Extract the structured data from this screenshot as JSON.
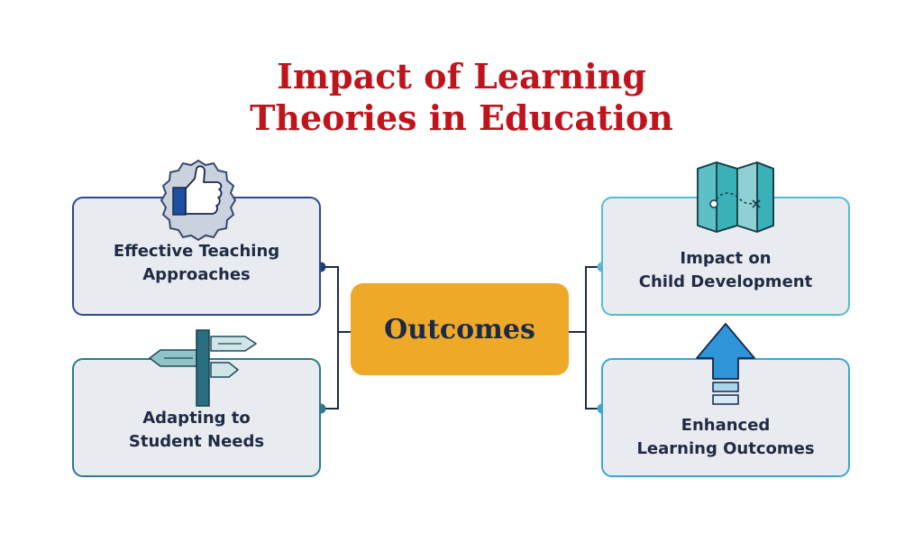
{
  "title": {
    "line1": "Impact of Learning",
    "line2": "Theories in Education"
  },
  "center": {
    "label": "Outcomes"
  },
  "nodes": {
    "top_left": {
      "line1": "Effective Teaching",
      "line2": "Approaches",
      "icon": "thumbs-up-icon"
    },
    "bottom_left": {
      "line1": "Adapting to",
      "line2": "Student Needs",
      "icon": "signpost-icon"
    },
    "top_right": {
      "line1": "Impact on",
      "line2": "Child Development",
      "icon": "map-icon"
    },
    "bottom_right": {
      "line1": "Enhanced",
      "line2": "Learning Outcomes",
      "icon": "up-arrow-icon"
    }
  },
  "colors": {
    "title": "#c0141c",
    "center_fill": "#efa928",
    "box_fill": "#e8ecf1",
    "left_top_border": "#2c4a8a",
    "left_bottom_border": "#2c7a8a",
    "right_top_border": "#58b9cf",
    "right_bottom_border": "#3da5d8"
  }
}
